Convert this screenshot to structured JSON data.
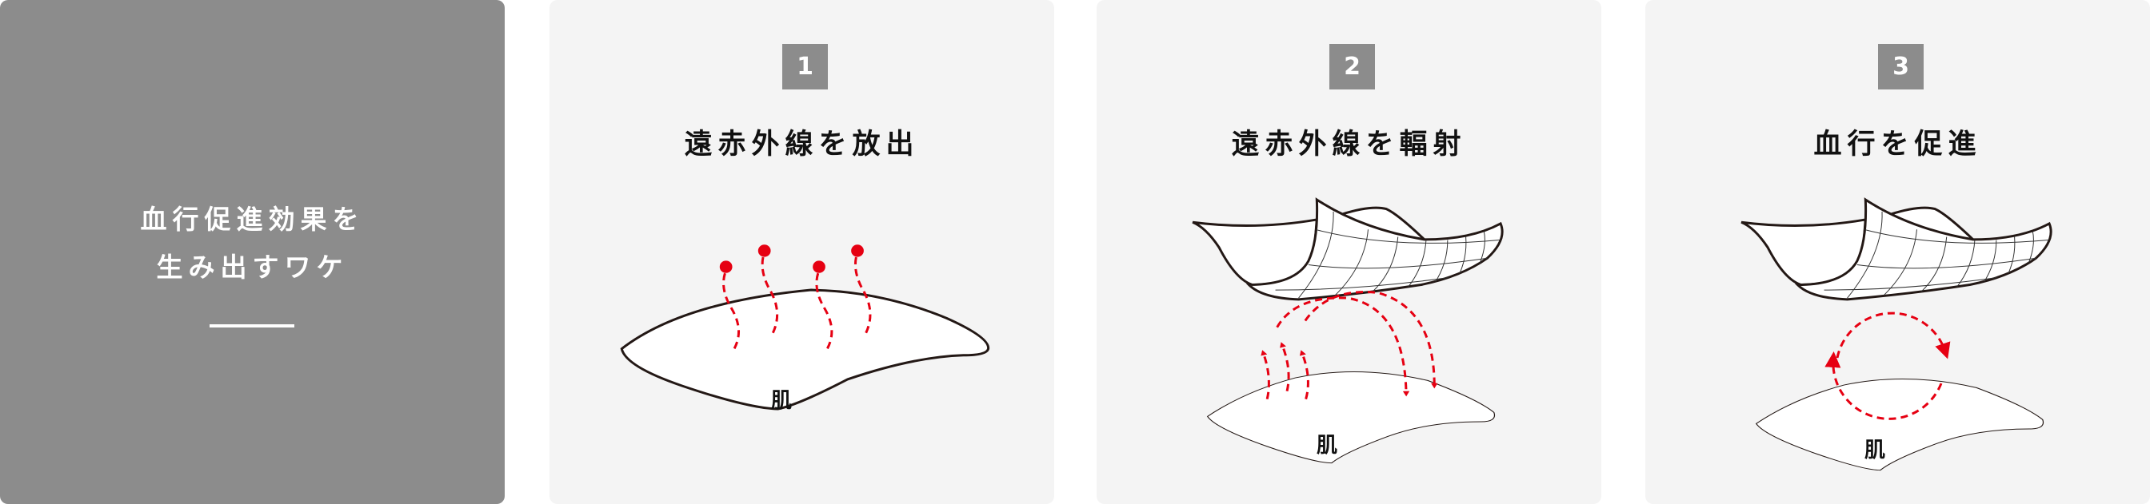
{
  "intro": {
    "line1": "血行促進効果を",
    "line2": "生み出すワケ"
  },
  "steps": [
    {
      "number": "1",
      "title": "遠赤外線を放出",
      "skin_label": "肌"
    },
    {
      "number": "2",
      "title": "遠赤外線を輻射",
      "skin_label": "肌"
    },
    {
      "number": "3",
      "title": "血行を促進",
      "skin_label": "肌"
    }
  ],
  "colors": {
    "panel_dark": "#8c8c8c",
    "panel_light": "#f4f4f4",
    "accent_red": "#e60012"
  }
}
